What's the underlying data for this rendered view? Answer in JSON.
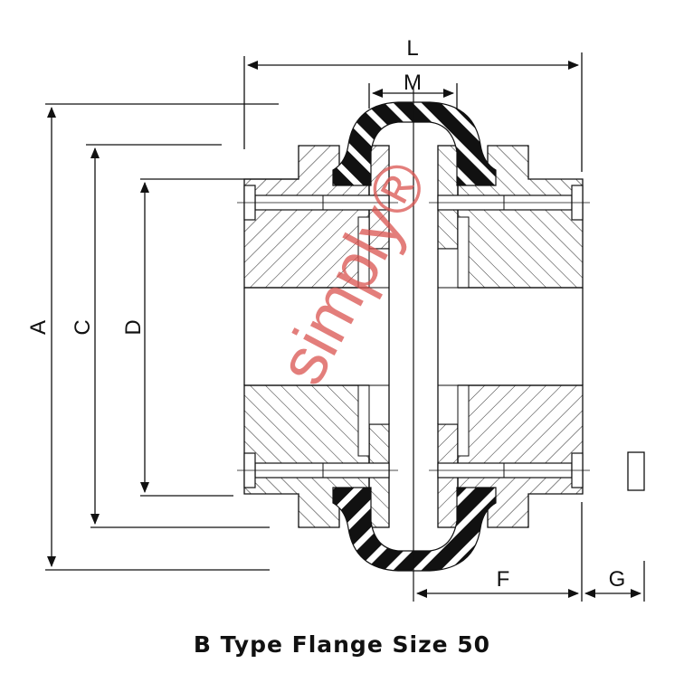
{
  "title": "B Type Flange Size 50",
  "dimensions": {
    "L": "L",
    "M": "M",
    "A": "A",
    "C": "C",
    "D": "D",
    "F": "F",
    "G": "G"
  },
  "watermark": "simply®",
  "colors": {
    "line": "#111111",
    "watermark": "#d9534f"
  }
}
